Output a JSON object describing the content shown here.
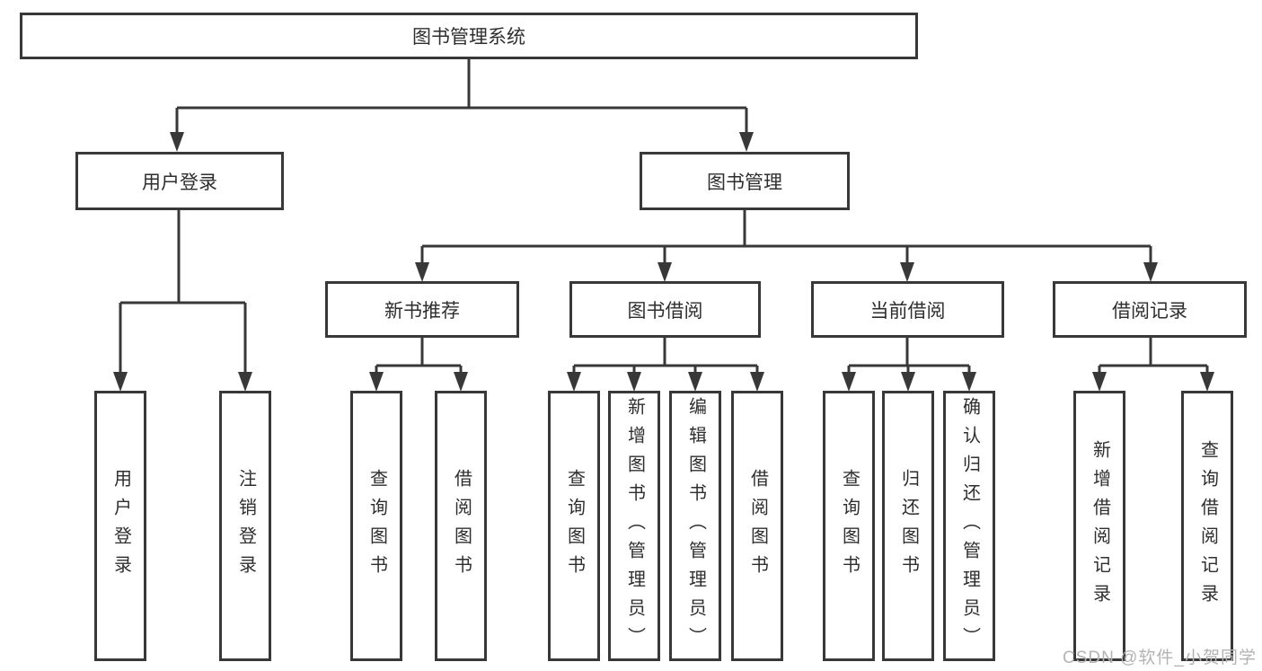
{
  "tree": {
    "label": "图书管理系统",
    "children": [
      {
        "label": "用户登录",
        "children": [
          {
            "label": "用户登录"
          },
          {
            "label": "注销登录"
          }
        ]
      },
      {
        "label": "图书管理",
        "children": [
          {
            "label": "新书推荐",
            "children": [
              {
                "label": "查询图书"
              },
              {
                "label": "借阅图书"
              }
            ]
          },
          {
            "label": "图书借阅",
            "children": [
              {
                "label": "查询图书"
              },
              {
                "label": "新增图书（管理员）"
              },
              {
                "label": "编辑图书（管理员）"
              },
              {
                "label": "借阅图书"
              }
            ]
          },
          {
            "label": "当前借阅",
            "children": [
              {
                "label": "查询图书"
              },
              {
                "label": "归还图书"
              },
              {
                "label": "确认归还（管理员）"
              }
            ]
          },
          {
            "label": "借阅记录",
            "children": [
              {
                "label": "新增借阅记录"
              },
              {
                "label": "查询借阅记录"
              }
            ]
          }
        ]
      }
    ]
  },
  "watermark": {
    "text": "CSDN @软件_小贺同学"
  },
  "colors": {
    "line": "#383838",
    "box_border": "#383838",
    "box_fill": "#ffffff",
    "text": "#2e2e2e",
    "watermark": "#b3b3b3",
    "background": "#ffffff"
  }
}
